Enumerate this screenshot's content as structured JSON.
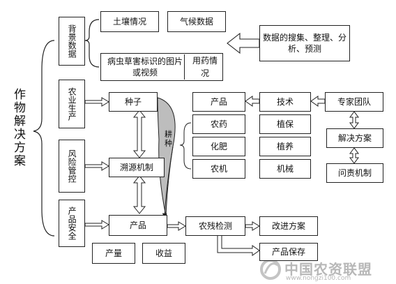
{
  "title": "作物解决方案",
  "categories": {
    "background": "背景数据",
    "agri": "农业生产",
    "risk": "风险管控",
    "safety": "产品安全"
  },
  "boxes": {
    "soil": "土壤情况",
    "climate": "气候数据",
    "data_proc": "数据的搜集、整理、分析、预测",
    "pest": "病虫草害标识的图片或视频",
    "drug": "用药情况",
    "seed": "种子",
    "product_top": "产品",
    "tech": "技术",
    "expert": "专家团队",
    "pesticide": "农药",
    "plant_protect": "植保",
    "fertilizer": "化肥",
    "cultivation": "植养",
    "machine": "农机",
    "machinery": "机械",
    "solution": "解决方案",
    "trace": "溯源机制",
    "accountability": "问责机制",
    "product": "产品",
    "residue": "农残检测",
    "improve": "改进方案",
    "output": "产量",
    "income": "收益",
    "preserve": "产品保存"
  },
  "side_label": "耕种",
  "watermark": {
    "name": "中国农资联盟",
    "url": "www.nongzi100.com"
  }
}
